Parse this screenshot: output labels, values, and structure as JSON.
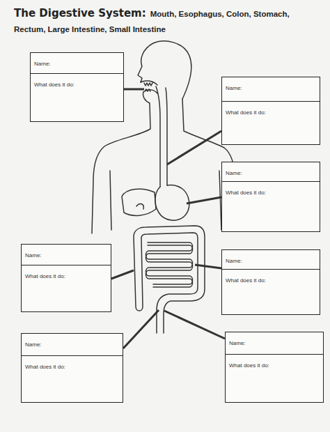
{
  "diagram": {
    "title": "The Digestive System:",
    "nodes": [
      {
        "text": [
          "Name:",
          "What does it do:"
        ]
      },
      {
        "text": [
          "Name:",
          "What does it do:"
        ]
      },
      {
        "text": [
          "Name:",
          "What does it do:"
        ]
      },
      {
        "text": [
          "Name:",
          "What does it do:"
        ]
      },
      {
        "text": [
          "Name:",
          "What does it do:"
        ]
      },
      {
        "text": [
          "Name:",
          "What does it do:"
        ]
      },
      {
        "text": [
          "Name:",
          "What does it do:"
        ]
      }
    ],
    "labels": [
      "Mouth, Esophagus, Colon, Stomach, Rectum, Large Intestine, Small Intestine"
    ]
  }
}
